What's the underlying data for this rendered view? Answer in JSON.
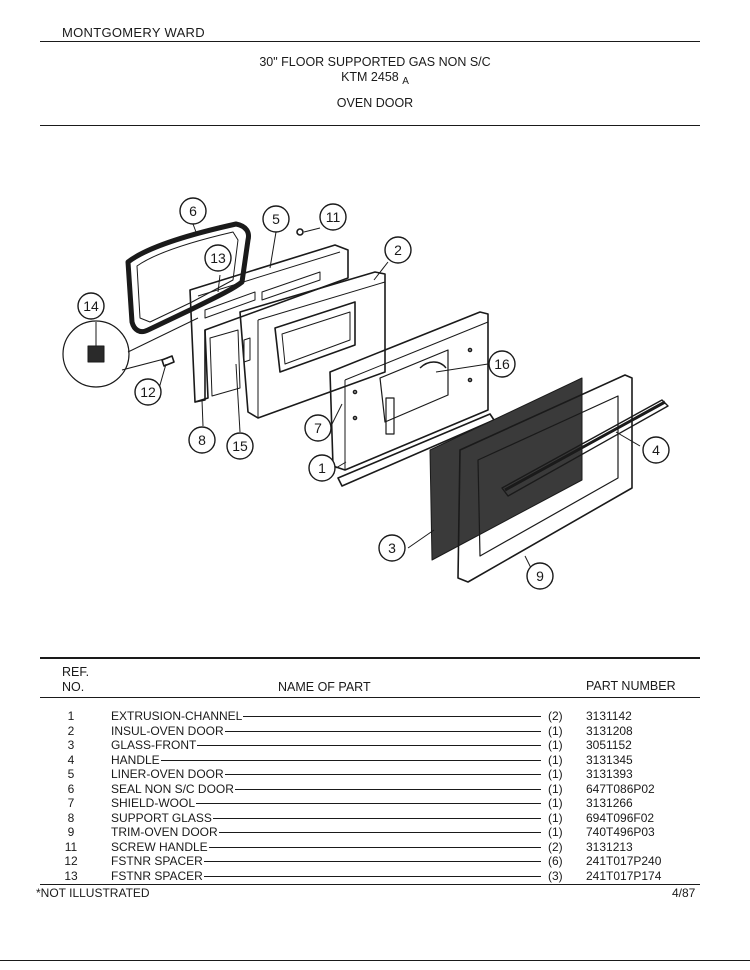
{
  "header": {
    "brand": "MONTGOMERY WARD",
    "title": "30\" FLOOR SUPPORTED GAS NON S/C",
    "model": "KTM 2458",
    "model_suffix": "A",
    "section": "OVEN DOOR"
  },
  "diagram": {
    "callouts": [
      "6",
      "5",
      "11",
      "13",
      "2",
      "14",
      "16",
      "12",
      "7",
      "4",
      "8",
      "15",
      "1",
      "3",
      "9"
    ]
  },
  "table": {
    "ref_header_line1": "REF.",
    "ref_header_line2": "NO.",
    "name_header": "NAME OF PART",
    "part_header": "PART NUMBER",
    "rows": [
      {
        "no": "1",
        "name": "EXTRUSION-CHANNEL",
        "qty": "(2)",
        "part": "3131142"
      },
      {
        "no": "2",
        "name": "INSUL-OVEN DOOR",
        "qty": "(1)",
        "part": "3131208"
      },
      {
        "no": "3",
        "name": "GLASS-FRONT",
        "qty": "(1)",
        "part": "3051152"
      },
      {
        "no": "4",
        "name": "HANDLE",
        "qty": "(1)",
        "part": "3131345"
      },
      {
        "no": "5",
        "name": "LINER-OVEN DOOR",
        "qty": "(1)",
        "part": "3131393"
      },
      {
        "no": "6",
        "name": "SEAL NON S/C DOOR",
        "qty": "(1)",
        "part": "647T086P02"
      },
      {
        "no": "7",
        "name": "SHIELD-WOOL",
        "qty": "(1)",
        "part": "3131266"
      },
      {
        "no": "8",
        "name": "SUPPORT GLASS",
        "qty": "(1)",
        "part": "694T096F02"
      },
      {
        "no": "9",
        "name": "TRIM-OVEN DOOR",
        "qty": "(1)",
        "part": "740T496P03"
      },
      {
        "no": "11",
        "name": "SCREW HANDLE",
        "qty": "(2)",
        "part": "3131213"
      },
      {
        "no": "12",
        "name": "FSTNR SPACER",
        "qty": "(6)",
        "part": "241T017P240"
      },
      {
        "no": "13",
        "name": "FSTNR SPACER",
        "qty": "(3)",
        "part": "241T017P174"
      }
    ]
  },
  "footer": {
    "note": "*NOT ILLUSTRATED",
    "date": "4/87"
  }
}
